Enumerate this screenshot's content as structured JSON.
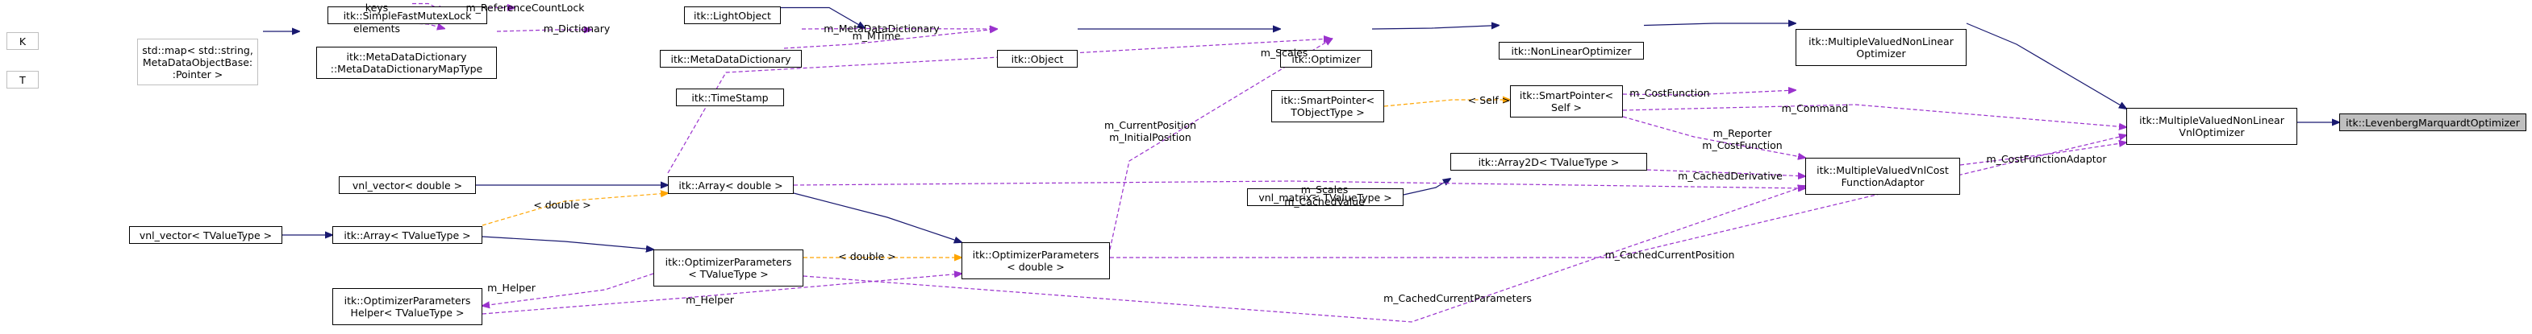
{
  "diagram": {
    "colors": {
      "inheritance": "#191970",
      "usage": "#9a32cd",
      "template": "#ffa500",
      "node_border": "#000000",
      "external_border": "#bfbfbf",
      "focus_fill": "#bfbfbf"
    },
    "nodes": [
      {
        "id": "K",
        "lines": [
          "K"
        ],
        "style": "grey"
      },
      {
        "id": "T",
        "lines": [
          "T"
        ],
        "style": "grey"
      },
      {
        "id": "StdMap",
        "lines": [
          "std::map< std::string,",
          "MetaDataObjectBase:",
          ":Pointer >"
        ],
        "style": "grey"
      },
      {
        "id": "MDDMapType",
        "lines": [
          "itk::MetaDataDictionary",
          "::MetaDataDictionaryMapType"
        ],
        "style": "normal"
      },
      {
        "id": "SimpleFastMutexLock",
        "lines": [
          "itk::SimpleFastMutexLock"
        ],
        "style": "normal"
      },
      {
        "id": "LightObject",
        "lines": [
          "itk::LightObject"
        ],
        "style": "normal"
      },
      {
        "id": "MetaDataDictionary",
        "lines": [
          "itk::MetaDataDictionary"
        ],
        "style": "normal"
      },
      {
        "id": "TimeStamp",
        "lines": [
          "itk::TimeStamp"
        ],
        "style": "normal"
      },
      {
        "id": "Object",
        "lines": [
          "itk::Object"
        ],
        "style": "normal"
      },
      {
        "id": "Optimizer",
        "lines": [
          "itk::Optimizer"
        ],
        "style": "normal"
      },
      {
        "id": "NonLinearOptimizer",
        "lines": [
          "itk::NonLinearOptimizer"
        ],
        "style": "normal"
      },
      {
        "id": "MVNLOptimizer",
        "lines": [
          "itk::MultipleValuedNonLinear",
          "Optimizer"
        ],
        "style": "normal"
      },
      {
        "id": "SmartPointerT",
        "lines": [
          "itk::SmartPointer<",
          "TObjectType >"
        ],
        "style": "normal"
      },
      {
        "id": "SmartPointerSelf",
        "lines": [
          "itk::SmartPointer<",
          "Self >"
        ],
        "style": "normal"
      },
      {
        "id": "MVNLVnlOptimizer",
        "lines": [
          "itk::MultipleValuedNonLinear",
          "VnlOptimizer"
        ],
        "style": "normal"
      },
      {
        "id": "LMOptimizer",
        "lines": [
          "itk::LevenbergMarquardtOptimizer"
        ],
        "style": "focus"
      },
      {
        "id": "VnlMatrix",
        "lines": [
          "vnl_matrix< TValueType >"
        ],
        "style": "normal"
      },
      {
        "id": "Array2D",
        "lines": [
          "itk::Array2D< TValueType >"
        ],
        "style": "normal"
      },
      {
        "id": "VnlCostFunctionAdaptor",
        "lines": [
          "itk::MultipleValuedVnlCost",
          "FunctionAdaptor"
        ],
        "style": "normal"
      },
      {
        "id": "VnlVectorDouble",
        "lines": [
          "vnl_vector< double >"
        ],
        "style": "normal"
      },
      {
        "id": "ArrayDouble",
        "lines": [
          "itk::Array< double >"
        ],
        "style": "normal"
      },
      {
        "id": "VnlVectorT",
        "lines": [
          "vnl_vector< TValueType >"
        ],
        "style": "normal"
      },
      {
        "id": "ArrayT",
        "lines": [
          "itk::Array< TValueType >"
        ],
        "style": "normal"
      },
      {
        "id": "OptParamsT",
        "lines": [
          "itk::OptimizerParameters",
          "< TValueType >"
        ],
        "style": "normal"
      },
      {
        "id": "OptParamsHelperT",
        "lines": [
          "itk::OptimizerParameters",
          "Helper< TValueType >"
        ],
        "style": "normal"
      },
      {
        "id": "OptParamsDouble",
        "lines": [
          "itk::OptimizerParameters",
          "< double >"
        ],
        "style": "normal"
      }
    ],
    "edges": [
      {
        "from": "K",
        "to": "StdMap",
        "kind": "usage",
        "label": [
          "keys"
        ]
      },
      {
        "from": "T",
        "to": "StdMap",
        "kind": "usage",
        "label": [
          "elements"
        ]
      },
      {
        "from": "StdMap",
        "to": "MDDMapType",
        "kind": "inheritance",
        "label": []
      },
      {
        "from": "SimpleFastMutexLock",
        "to": "LightObject",
        "kind": "usage",
        "label": [
          "m_ReferenceCountLock"
        ]
      },
      {
        "from": "MDDMapType",
        "to": "MetaDataDictionary",
        "kind": "usage",
        "label": [
          "m_Dictionary"
        ]
      },
      {
        "from": "LightObject",
        "to": "Object",
        "kind": "inheritance",
        "label": []
      },
      {
        "from": "MetaDataDictionary",
        "to": "Object",
        "kind": "usage",
        "label": [
          "m_MetaDataDictionary"
        ]
      },
      {
        "from": "TimeStamp",
        "to": "Object",
        "kind": "usage",
        "label": [
          "m_MTime"
        ]
      },
      {
        "from": "Object",
        "to": "Optimizer",
        "kind": "inheritance",
        "label": []
      },
      {
        "from": "Optimizer",
        "to": "NonLinearOptimizer",
        "kind": "inheritance",
        "label": []
      },
      {
        "from": "NonLinearOptimizer",
        "to": "MVNLOptimizer",
        "kind": "inheritance",
        "label": []
      },
      {
        "from": "MVNLOptimizer",
        "to": "MVNLVnlOptimizer",
        "kind": "inheritance",
        "label": []
      },
      {
        "from": "MVNLVnlOptimizer",
        "to": "LMOptimizer",
        "kind": "inheritance",
        "label": []
      },
      {
        "from": "SmartPointerT",
        "to": "SmartPointerSelf",
        "kind": "template",
        "label": [
          "< Self >"
        ]
      },
      {
        "from": "SmartPointerSelf",
        "to": "MVNLOptimizer",
        "kind": "usage",
        "label": [
          "m_CostFunction"
        ]
      },
      {
        "from": "SmartPointerSelf",
        "to": "MVNLVnlOptimizer",
        "kind": "usage",
        "label": [
          "m_Command"
        ]
      },
      {
        "from": "SmartPointerSelf",
        "to": "VnlCostFunctionAdaptor",
        "kind": "usage",
        "label": [
          "m_Reporter",
          "m_CostFunction"
        ]
      },
      {
        "from": "VnlMatrix",
        "to": "Array2D",
        "kind": "inheritance",
        "label": []
      },
      {
        "from": "Array2D",
        "to": "VnlCostFunctionAdaptor",
        "kind": "usage",
        "label": [
          "m_CachedDerivative"
        ]
      },
      {
        "from": "VnlCostFunctionAdaptor",
        "to": "MVNLVnlOptimizer",
        "kind": "usage",
        "label": [
          "m_CostFunctionAdaptor"
        ]
      },
      {
        "from": "VnlVectorDouble",
        "to": "ArrayDouble",
        "kind": "inheritance",
        "label": []
      },
      {
        "from": "ArrayDouble",
        "to": "Optimizer",
        "kind": "usage",
        "label": [
          "m_Scales"
        ]
      },
      {
        "from": "ArrayDouble",
        "to": "VnlCostFunctionAdaptor",
        "kind": "usage",
        "label": [
          "m_Scales",
          "m_CachedValue"
        ]
      },
      {
        "from": "ArrayT",
        "to": "ArrayDouble",
        "kind": "template",
        "label": [
          "< double >"
        ]
      },
      {
        "from": "VnlVectorT",
        "to": "ArrayT",
        "kind": "inheritance",
        "label": []
      },
      {
        "from": "ArrayT",
        "to": "OptParamsT",
        "kind": "inheritance",
        "label": []
      },
      {
        "from": "ArrayDouble",
        "to": "OptParamsDouble",
        "kind": "inheritance",
        "label": []
      },
      {
        "from": "OptParamsT",
        "to": "OptParamsDouble",
        "kind": "template",
        "label": [
          "< double >"
        ]
      },
      {
        "from": "OptParamsT",
        "to": "OptParamsHelperT",
        "kind": "usage",
        "label": [
          "m_Helper"
        ]
      },
      {
        "from": "OptParamsHelperT",
        "to": "OptParamsDouble",
        "kind": "usage",
        "label": [
          "m_Helper"
        ]
      },
      {
        "from": "OptParamsDouble",
        "to": "Optimizer",
        "kind": "usage",
        "label": [
          "m_CurrentPosition",
          "m_InitialPosition"
        ]
      },
      {
        "from": "OptParamsDouble",
        "to": "MVNLVnlOptimizer",
        "kind": "usage",
        "label": [
          "m_CachedCurrentPosition"
        ]
      },
      {
        "from": "OptParamsT",
        "to": "VnlCostFunctionAdaptor",
        "kind": "usage",
        "label": [
          "m_CachedCurrentParameters"
        ]
      }
    ]
  }
}
